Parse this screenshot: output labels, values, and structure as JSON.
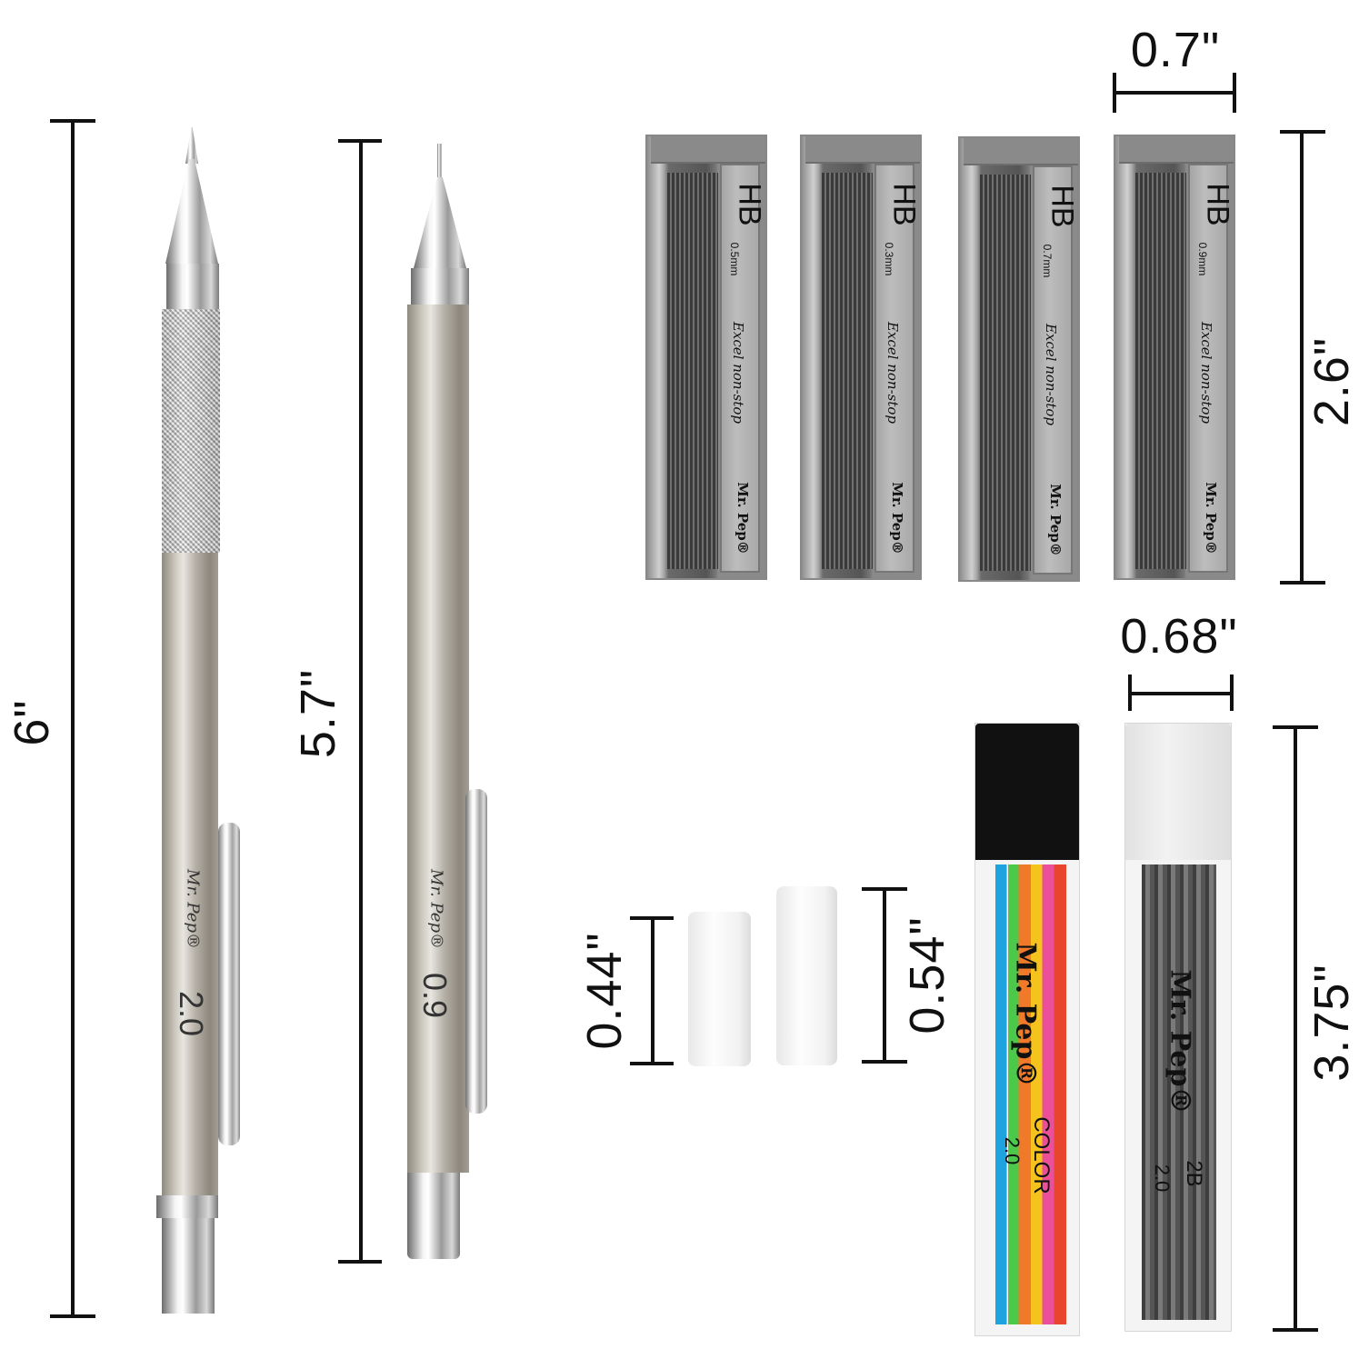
{
  "dimensions": {
    "pencil_large_length": "6\"",
    "pencil_small_length": "5.7\"",
    "lead_case_width": "0.7\"",
    "lead_case_height": "2.6\"",
    "tube_width": "0.68\"",
    "tube_height": "3.75\"",
    "eraser_small_height": "0.44\"",
    "eraser_large_height": "0.54\""
  },
  "pencils": [
    {
      "brand": "Mr. Pep®",
      "size": "2.0"
    },
    {
      "brand": "Mr. Pep®",
      "size": "0.9"
    }
  ],
  "lead_cases": [
    {
      "grade": "HB",
      "size": "0.5mm",
      "slogan": "Excel non-stop",
      "brand": "Mr. Pep®"
    },
    {
      "grade": "HB",
      "size": "0.3mm",
      "slogan": "Excel non-stop",
      "brand": "Mr. Pep®"
    },
    {
      "grade": "HB",
      "size": "0.7mm",
      "slogan": "Excel non-stop",
      "brand": "Mr. Pep®"
    },
    {
      "grade": "HB",
      "size": "0.9mm",
      "slogan": "Excel non-stop",
      "brand": "Mr. Pep®"
    }
  ],
  "tubes": [
    {
      "brand": "Mr. Pep®",
      "type": "COLOR",
      "size": "2.0",
      "cap_color": "#111111",
      "lead_colors": [
        "#1fa3e0",
        "#4cc94a",
        "#f07a2a",
        "#f6c21d",
        "#ec4f9a",
        "#e8452e"
      ]
    },
    {
      "brand": "Mr. Pep®",
      "type": "2B",
      "size": "2.0",
      "cap_color": "#eeeeee",
      "lead_colors": [
        "#555555"
      ]
    }
  ]
}
